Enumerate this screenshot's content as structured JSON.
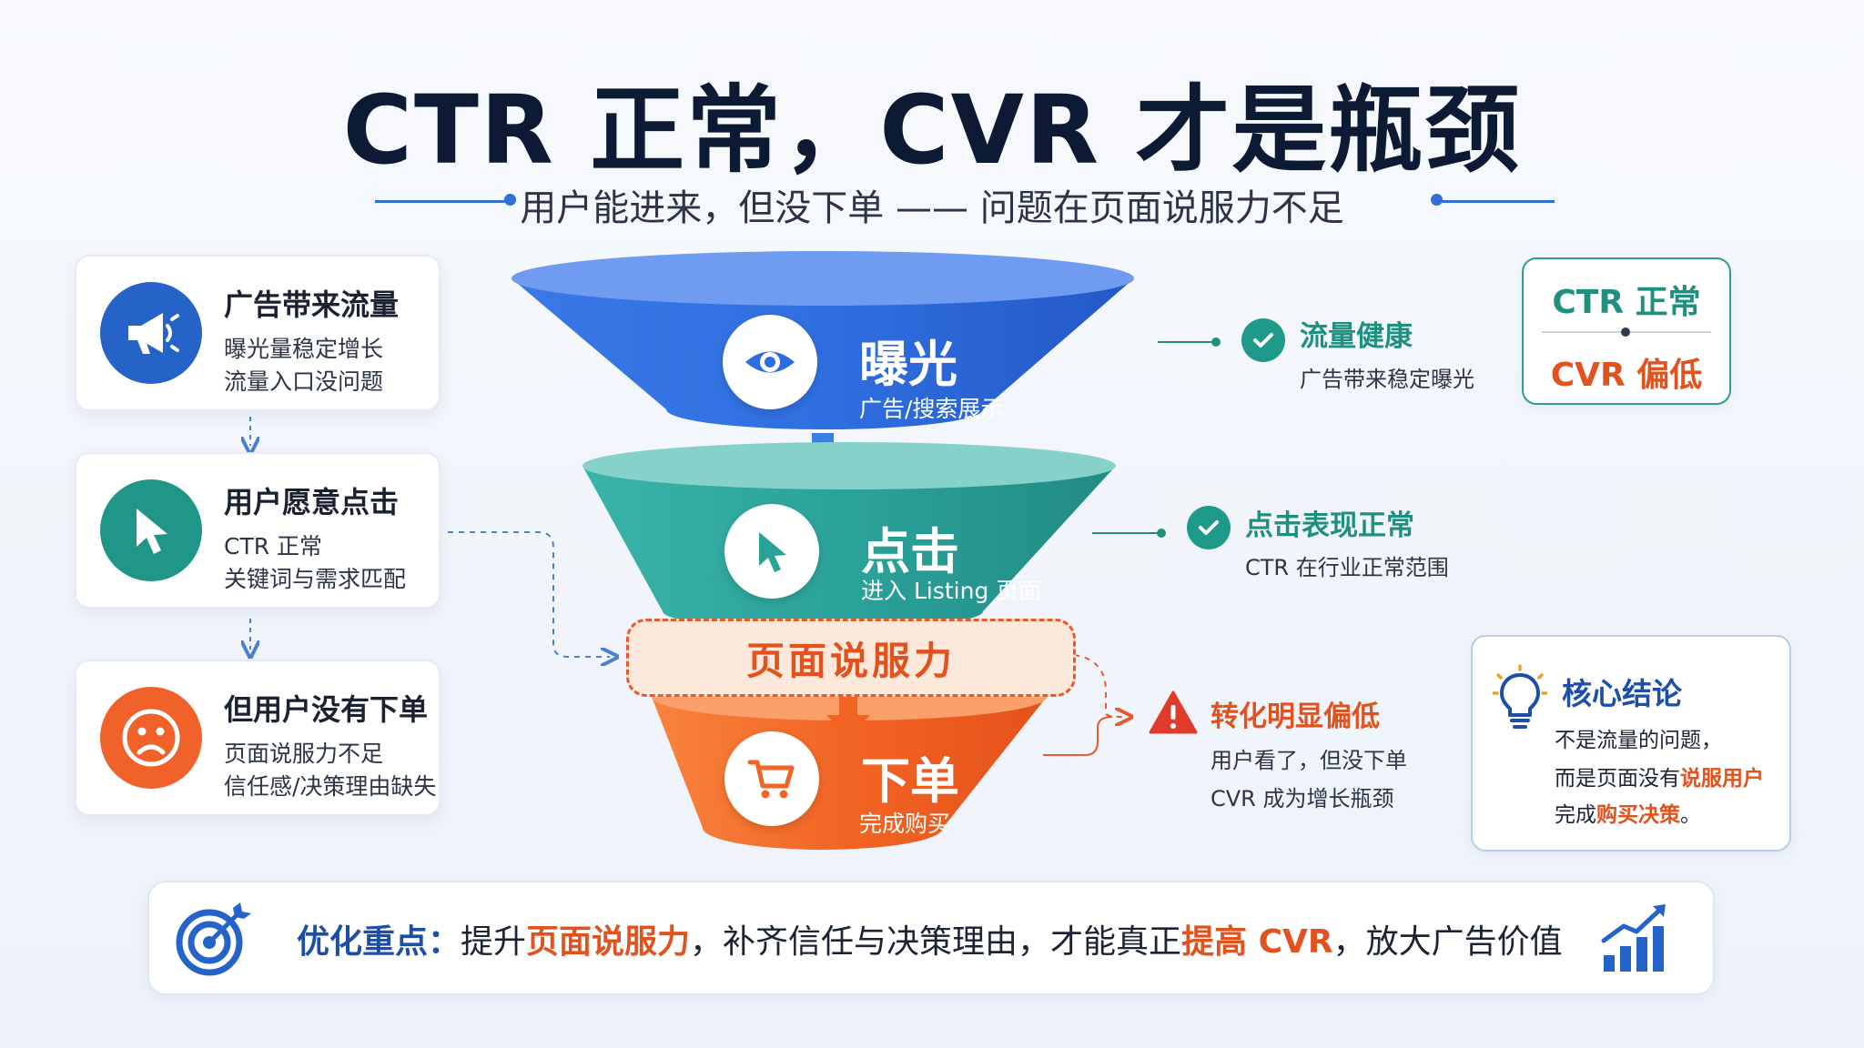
{
  "title": "CTR 正常，CVR 才是瓶颈",
  "subtitle": "用户能进来，但没下单 —— 问题在页面说服力不足",
  "left_cards": [
    {
      "title": "广告带来流量",
      "line1": "曝光量稳定增长",
      "line2": "流量入口没问题",
      "icon": "megaphone-icon",
      "color": "#2563c9"
    },
    {
      "title": "用户愿意点击",
      "line1": "CTR 正常",
      "line2": "关键词与需求匹配",
      "icon": "cursor-icon",
      "color": "#1f9688"
    },
    {
      "title": "但用户没有下单",
      "line1": "页面说服力不足",
      "line2": "信任感/决策理由缺失",
      "icon": "sad-face-icon",
      "color": "#f0622a"
    }
  ],
  "funnel": [
    {
      "title": "曝光",
      "sub": "广告/搜索展示",
      "icon": "eye-icon",
      "color": "#2e6de0"
    },
    {
      "title": "点击",
      "sub": "进入 Listing 页面",
      "icon": "cursor-icon",
      "color": "#2aa29a"
    },
    {
      "title": "下单",
      "sub": "完成购买",
      "icon": "cart-icon",
      "color": "#f26424"
    }
  ],
  "persuasion_label": "页面说服力",
  "right_notes": [
    {
      "title": "流量健康",
      "sub": "广告带来稳定曝光",
      "icon": "check-icon"
    },
    {
      "title": "点击表现正常",
      "sub": "CTR 在行业正常范围",
      "icon": "check-icon"
    },
    {
      "title": "转化明显偏低",
      "sub1": "用户看了，但没下单",
      "sub2": "CVR 成为增长瓶颈",
      "icon": "warning-icon"
    }
  ],
  "status_box": {
    "ctr": "CTR 正常",
    "cvr": "CVR 偏低"
  },
  "core": {
    "title": "核心结论",
    "line1": "不是流量的问题，",
    "line2_pre": "而是页面没有",
    "line2_hl": "说服用户",
    "line3_pre": "完成",
    "line3_hl": "购买决策",
    "line3_post": "。"
  },
  "bottom": {
    "lead": "优化重点：",
    "t1": "提升",
    "h1": "页面说服力",
    "t2": "，补齐信任与决策理由，才能真正",
    "h2": "提高 CVR",
    "t3": "，放大广告价值"
  },
  "colors": {
    "blue": "#2e6de0",
    "teal": "#2aa29a",
    "orange": "#f26424",
    "accent_red": "#e2521f"
  }
}
